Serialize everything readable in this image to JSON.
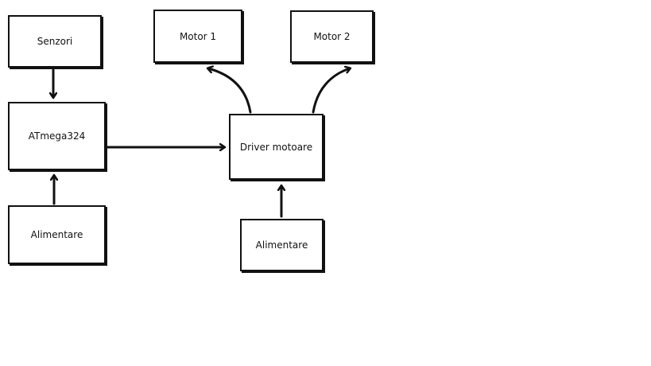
{
  "nodes": {
    "senzori": "Senzori",
    "atmega": "ATmega324",
    "alimentare_left": "Alimentare",
    "motor1": "Motor 1",
    "motor2": "Motor 2",
    "driver": "Driver motoare",
    "alimentare_right": "Alimentare"
  },
  "colors": {
    "stroke": "#111111",
    "background": "#ffffff"
  }
}
